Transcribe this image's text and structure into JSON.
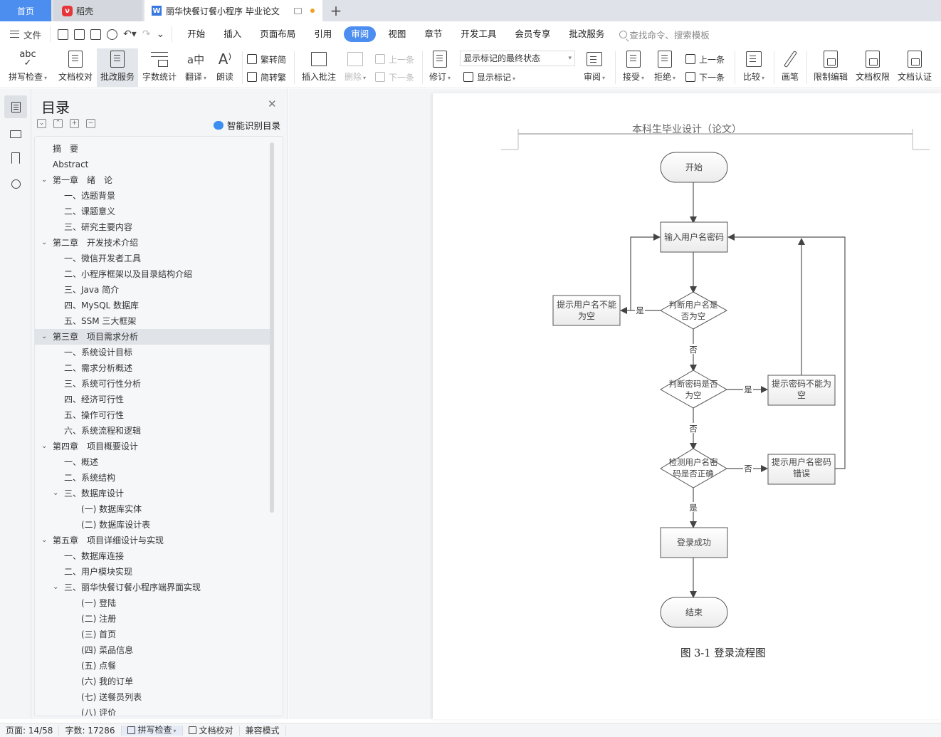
{
  "tabs": {
    "home": "首页",
    "daoke": "稻壳",
    "doc_title": "丽华快餐订餐小程序 毕业论文",
    "add": "+"
  },
  "menubar": {
    "file": "文件",
    "items": [
      "开始",
      "插入",
      "页面布局",
      "引用",
      "审阅",
      "视图",
      "章节",
      "开发工具",
      "会员专享",
      "批改服务"
    ],
    "active": "审阅",
    "search_placeholder": "查找命令、搜索模板"
  },
  "ribbon": {
    "spell_check": "拼写检查",
    "doc_proof": "文档校对",
    "correction_service": "批改服务",
    "word_count": "字数统计",
    "translate": "翻译",
    "read_aloud": "朗读",
    "trad_to_simp": "繁转简",
    "simp_to_trad": "简转繁",
    "insert_comment": "插入批注",
    "delete": "删除",
    "prev_comment": "上一条",
    "next_comment": "下一条",
    "track_changes": "修订",
    "markup_state": "显示标记的最终状态",
    "show_markup": "显示标记",
    "review": "审阅",
    "accept": "接受",
    "reject": "拒绝",
    "prev_change": "上一条",
    "next_change": "下一条",
    "compare": "比较",
    "pen": "画笔",
    "restrict_edit": "限制编辑",
    "doc_permission": "文档权限",
    "doc_certify": "文档认证"
  },
  "toc_panel": {
    "title": "目录",
    "smart_toc": "智能识别目录",
    "items": [
      {
        "label": "摘　要",
        "level": 2,
        "chev": false
      },
      {
        "label": "Abstract",
        "level": 2,
        "chev": false
      },
      {
        "label": "第一章　绪　论",
        "level": 0,
        "chev": true
      },
      {
        "label": "一、选题背景",
        "level": 1,
        "chev": false
      },
      {
        "label": "二、课题意义",
        "level": 1,
        "chev": false
      },
      {
        "label": "三、研究主要内容",
        "level": 1,
        "chev": false
      },
      {
        "label": "第二章　开发技术介绍",
        "level": 0,
        "chev": true
      },
      {
        "label": "一、微信开发者工具",
        "level": 1,
        "chev": false
      },
      {
        "label": "二、小程序框架以及目录结构介绍",
        "level": 1,
        "chev": false
      },
      {
        "label": "三、Java 简介",
        "level": 1,
        "chev": false
      },
      {
        "label": "四、MySQL 数据库",
        "level": 1,
        "chev": false
      },
      {
        "label": "五、SSM 三大框架",
        "level": 1,
        "chev": false
      },
      {
        "label": "第三章　项目需求分析",
        "level": 0,
        "chev": true,
        "selected": true
      },
      {
        "label": "一、系统设计目标",
        "level": 1,
        "chev": false
      },
      {
        "label": "二、需求分析概述",
        "level": 1,
        "chev": false
      },
      {
        "label": "三、系统可行性分析",
        "level": 1,
        "chev": false
      },
      {
        "label": "四、经济可行性",
        "level": 1,
        "chev": false
      },
      {
        "label": "五、操作可行性",
        "level": 1,
        "chev": false
      },
      {
        "label": "六、系统流程和逻辑",
        "level": 1,
        "chev": false
      },
      {
        "label": "第四章　项目概要设计",
        "level": 0,
        "chev": true
      },
      {
        "label": "一、概述",
        "level": 1,
        "chev": false
      },
      {
        "label": "二、系统结构",
        "level": 1,
        "chev": false
      },
      {
        "label": "三、数据库设计",
        "level": 1,
        "chev": true
      },
      {
        "label": "(一) 数据库实体",
        "level": 3,
        "chev": false
      },
      {
        "label": "(二) 数据库设计表",
        "level": 3,
        "chev": false
      },
      {
        "label": "第五章　项目详细设计与实现",
        "level": 0,
        "chev": true
      },
      {
        "label": "一、数据库连接",
        "level": 1,
        "chev": false
      },
      {
        "label": "二、用户模块实现",
        "level": 1,
        "chev": false
      },
      {
        "label": "三、丽华快餐订餐小程序端界面实现",
        "level": 1,
        "chev": true
      },
      {
        "label": "(一) 登陆",
        "level": 3,
        "chev": false
      },
      {
        "label": "(二) 注册",
        "level": 3,
        "chev": false
      },
      {
        "label": "(三) 首页",
        "level": 3,
        "chev": false
      },
      {
        "label": "(四) 菜品信息",
        "level": 3,
        "chev": false
      },
      {
        "label": "(五) 点餐",
        "level": 3,
        "chev": false
      },
      {
        "label": "(六) 我的订单",
        "level": 3,
        "chev": false
      },
      {
        "label": "(七) 送餐员列表",
        "level": 3,
        "chev": false
      },
      {
        "label": "(八) 评价",
        "level": 3,
        "chev": false
      }
    ]
  },
  "document": {
    "header": "本科生毕业设计（论文）",
    "caption": "图 3-1 登录流程图",
    "flowchart": {
      "start": "开始",
      "input": "输入用户名密码",
      "check_user": [
        "判断用户名是",
        "否为空"
      ],
      "hint_user": [
        "提示用户名不能",
        "为空"
      ],
      "check_pwd": [
        "判断密码是否",
        "为空"
      ],
      "hint_pwd": [
        "提示密码不能为",
        "空"
      ],
      "verify": [
        "检测用户名密",
        "码是否正确"
      ],
      "hint_wrong": [
        "提示用户名密码",
        "错误"
      ],
      "success": "登录成功",
      "end": "结束",
      "yes": "是",
      "no": "否"
    }
  },
  "statusbar": {
    "page": "页面: 14/58",
    "words": "字数: 17286",
    "spell_check": "拼写检查",
    "doc_proof": "文档校对",
    "compat_mode": "兼容模式"
  }
}
